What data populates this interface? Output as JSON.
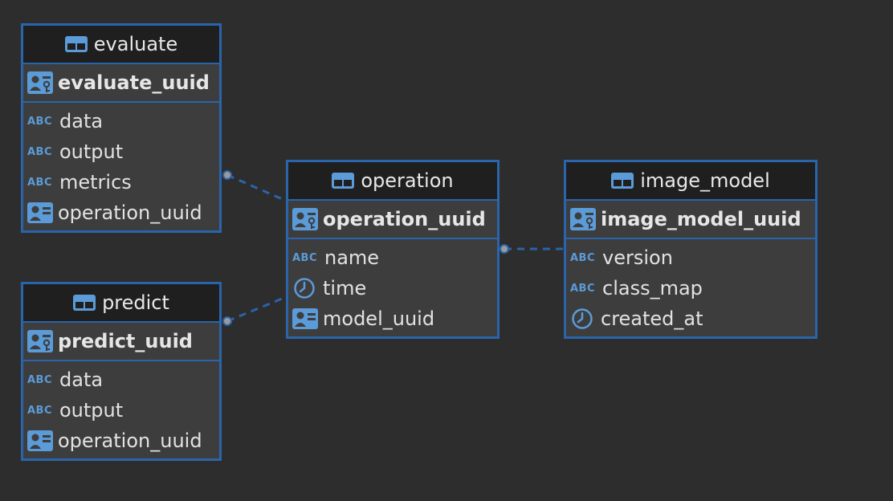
{
  "colors": {
    "background": "#2d2d2d",
    "border": "#2a64ab",
    "header_bg": "#1f1f1f",
    "body_bg": "#3d3d3d",
    "icon": "#5b9bd8",
    "text": "#e2e2e2"
  },
  "entities": {
    "evaluate": {
      "title": "evaluate",
      "pk": "evaluate_uuid",
      "columns": [
        {
          "name": "data",
          "icon": "abc-icon"
        },
        {
          "name": "output",
          "icon": "abc-icon"
        },
        {
          "name": "metrics",
          "icon": "abc-icon"
        },
        {
          "name": "operation_uuid",
          "icon": "foreign-key-icon"
        }
      ]
    },
    "predict": {
      "title": "predict",
      "pk": "predict_uuid",
      "columns": [
        {
          "name": "data",
          "icon": "abc-icon"
        },
        {
          "name": "output",
          "icon": "abc-icon"
        },
        {
          "name": "operation_uuid",
          "icon": "foreign-key-icon"
        }
      ]
    },
    "operation": {
      "title": "operation",
      "pk": "operation_uuid",
      "columns": [
        {
          "name": "name",
          "icon": "abc-icon"
        },
        {
          "name": "time",
          "icon": "clock-icon"
        },
        {
          "name": "model_uuid",
          "icon": "foreign-key-icon"
        }
      ]
    },
    "image_model": {
      "title": "image_model",
      "pk": "image_model_uuid",
      "columns": [
        {
          "name": "version",
          "icon": "abc-icon"
        },
        {
          "name": "class_map",
          "icon": "abc-icon"
        },
        {
          "name": "created_at",
          "icon": "clock-icon"
        }
      ]
    }
  },
  "icons": {
    "abc_label": "ABC"
  }
}
